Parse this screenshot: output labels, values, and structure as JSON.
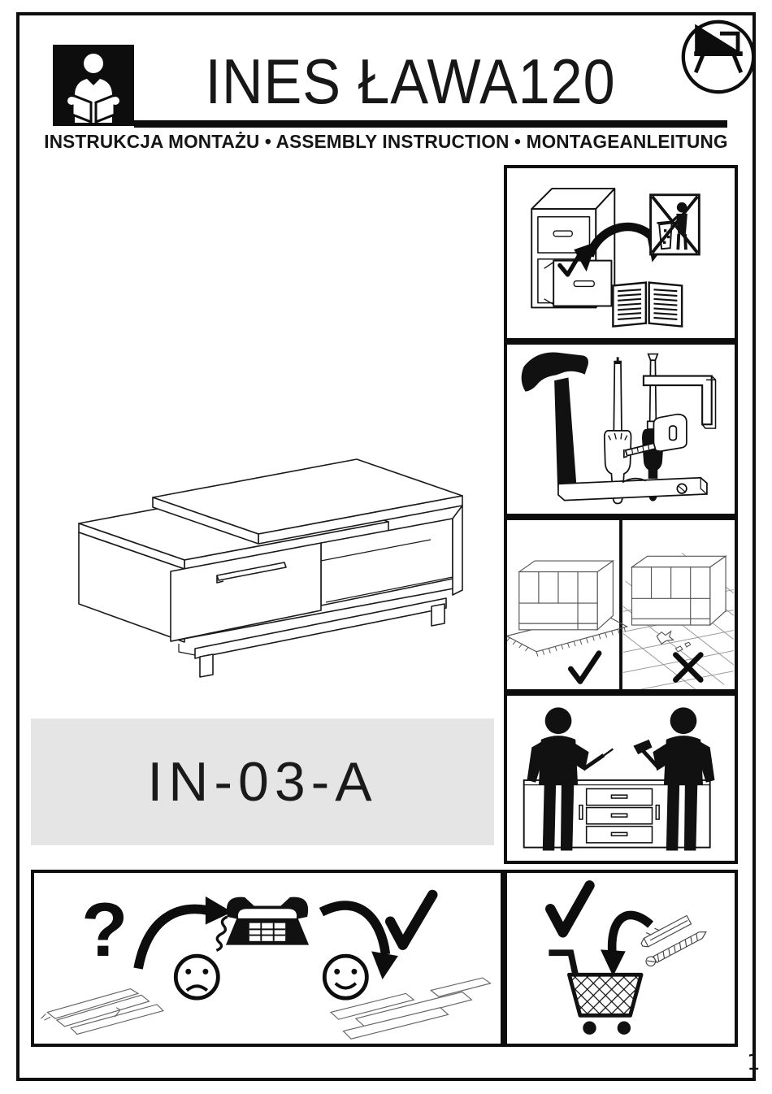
{
  "header": {
    "title": "INES ŁAWA120",
    "subtitle": "INSTRUKCJA MONTAŻU • ASSEMBLY INSTRUCTION • MONTAGEANLEITUNG"
  },
  "product": {
    "model_code": "IN-03-A"
  },
  "footer": {
    "page_number": "1"
  },
  "marks": {
    "question_mark": "?",
    "check_mark": "✓",
    "cross_mark": "✕"
  },
  "colors": {
    "ink": "#111111",
    "panel_gray": "#e5e5e5",
    "line_art": "#555555"
  }
}
